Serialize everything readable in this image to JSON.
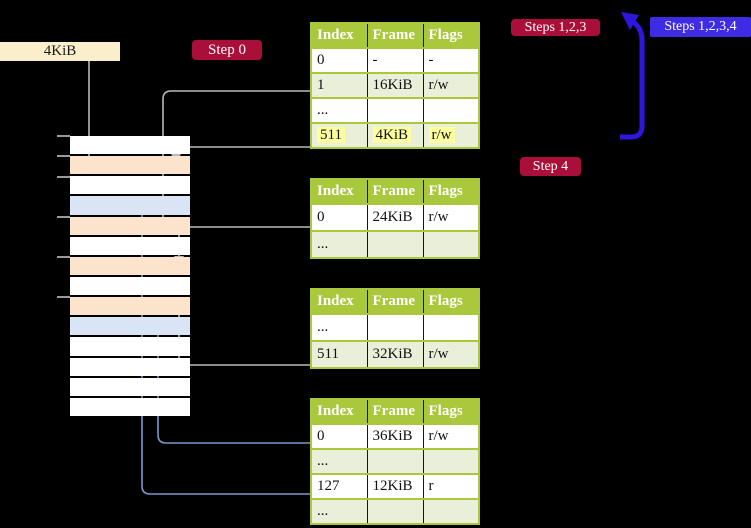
{
  "colors": {
    "background": "#000000",
    "table_header_green": "#a9c83c",
    "table_row_green": "#eaefd9",
    "highlight_yellow": "#fdff9e",
    "badge_crimson": "#a90f39",
    "badge_blue": "#3d2ce4",
    "box_wheat": "#fbeecb",
    "stack_peach": "#fce4cc",
    "stack_blue": "#d9e4f4",
    "arrow_gray": "#b9b9b9",
    "arrow_steelblue": "#7b98ca",
    "arrow_thick_blue": "#2f16dd"
  },
  "page_box": {
    "label": "4KiB"
  },
  "badges": {
    "step0": {
      "label": "Step 0"
    },
    "steps123": {
      "label": "Steps 1,2,3"
    },
    "steps1234": {
      "label": "Steps 1,2,3,4"
    },
    "step4": {
      "label": "Step 4"
    }
  },
  "memory_stack": {
    "row_colors": [
      "white",
      "peach",
      "white",
      "blue",
      "peach",
      "white",
      "peach",
      "white",
      "peach",
      "blue",
      "white",
      "white",
      "white",
      "white"
    ],
    "tick_y": [
      135,
      155,
      176,
      216,
      256,
      296
    ]
  },
  "tables": [
    {
      "name": "page-table-level-1",
      "headers": [
        "Index",
        "Frame",
        "Flags"
      ],
      "rows": [
        [
          "0",
          "-",
          "-"
        ],
        [
          "1",
          "16KiB",
          "r/w"
        ],
        [
          "...",
          "",
          ""
        ],
        [
          "511",
          "4KiB",
          "r/w"
        ]
      ],
      "highlight_row": 3
    },
    {
      "name": "page-table-level-2",
      "headers": [
        "Index",
        "Frame",
        "Flags"
      ],
      "rows": [
        [
          "0",
          "24KiB",
          "r/w"
        ],
        [
          "...",
          "",
          ""
        ]
      ],
      "highlight_row": -1
    },
    {
      "name": "page-table-level-3",
      "headers": [
        "Index",
        "Frame",
        "Flags"
      ],
      "rows": [
        [
          "...",
          "",
          ""
        ],
        [
          "511",
          "32KiB",
          "r/w"
        ]
      ],
      "highlight_row": -1
    },
    {
      "name": "page-table-level-4",
      "headers": [
        "Index",
        "Frame",
        "Flags"
      ],
      "rows": [
        [
          "0",
          "36KiB",
          "r/w"
        ],
        [
          "...",
          "",
          ""
        ],
        [
          "127",
          "12KiB",
          "r"
        ],
        [
          "...",
          "",
          ""
        ]
      ],
      "highlight_row": -1
    }
  ]
}
